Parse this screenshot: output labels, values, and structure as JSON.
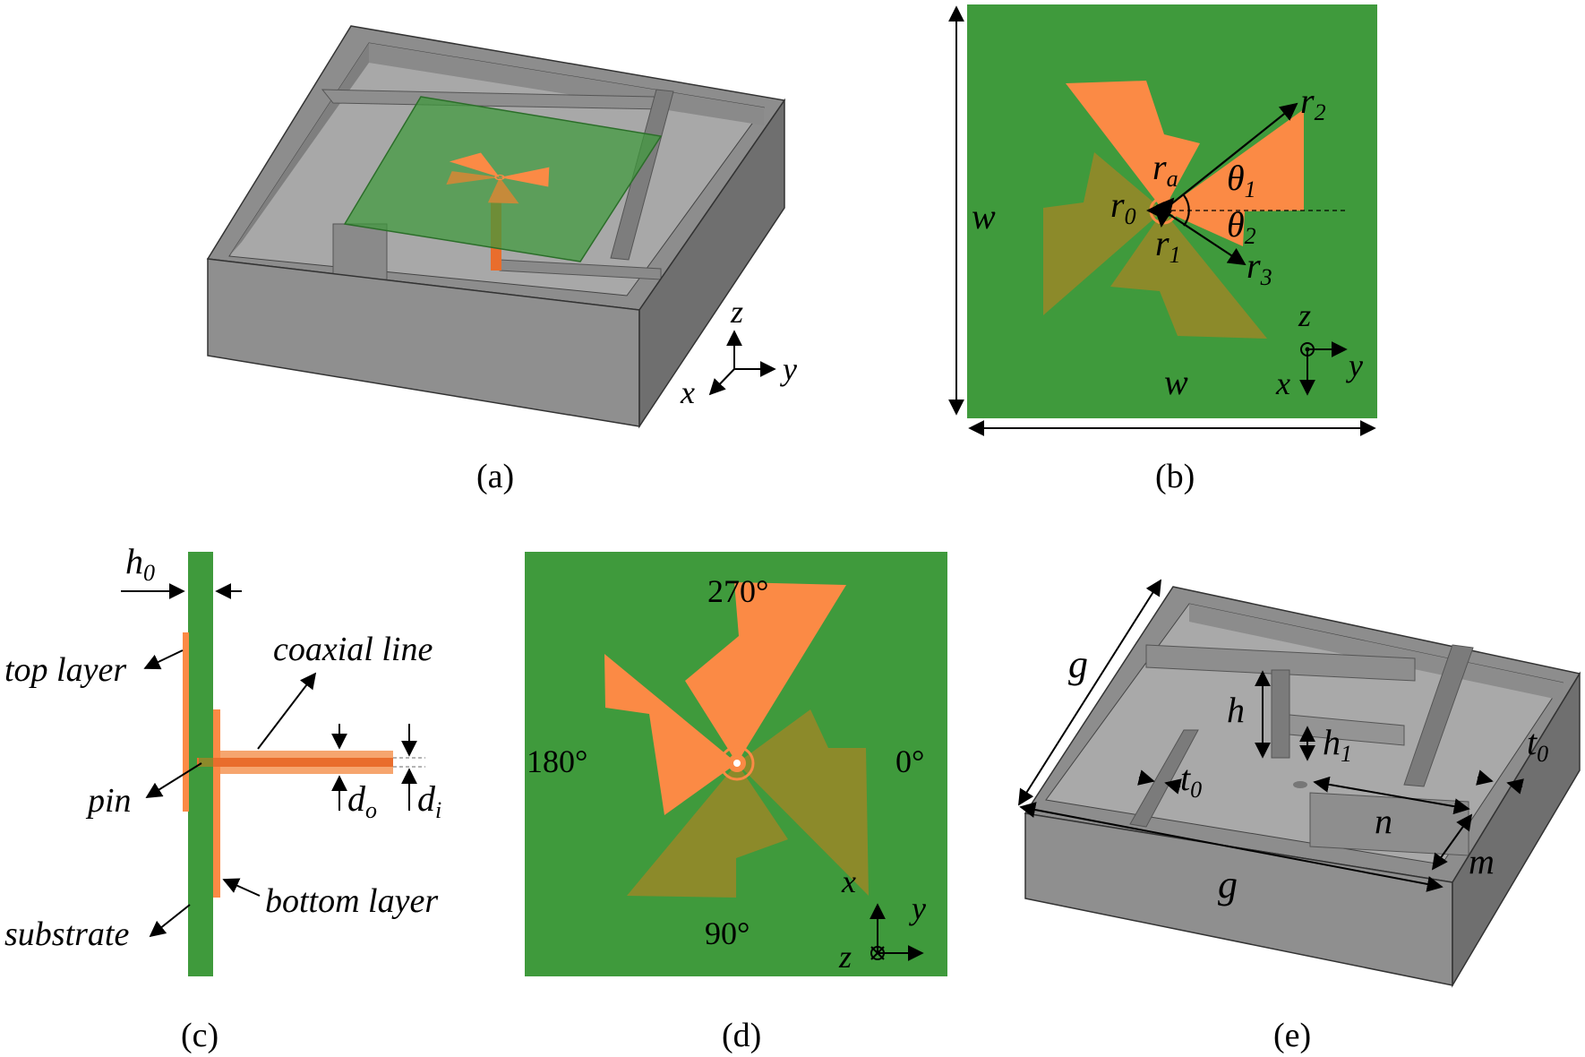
{
  "colors": {
    "substrate": "#3f9a3c",
    "copper_top": "#fb8a45",
    "copper_bottom": "#8c8a2a",
    "metal_light": "#a9a9a9",
    "metal_mid": "#8f8f8f",
    "metal_dark": "#6f6f6f",
    "line": "#000000"
  },
  "captions": {
    "a": "(a)",
    "b": "(b)",
    "c": "(c)",
    "d": "(d)",
    "e": "(e)"
  },
  "panel_a": {
    "axis_z": "z",
    "axis_x": "x",
    "axis_y": "y"
  },
  "panel_b": {
    "w_vertical": "w",
    "w_horizontal": "w",
    "r2": "r",
    "r2_sub": "2",
    "ra": "r",
    "ra_sub": "a",
    "theta1": "θ",
    "theta1_sub": "1",
    "theta2": "θ",
    "theta2_sub": "2",
    "r0": "r",
    "r0_sub": "0",
    "r1": "r",
    "r1_sub": "1",
    "r3": "r",
    "r3_sub": "3",
    "axis_z": "z",
    "axis_x": "x",
    "axis_y": "y"
  },
  "panel_c": {
    "h0": "h",
    "h0_sub": "0",
    "top_layer": "top layer",
    "coaxial_line": "coaxial line",
    "pin": "pin",
    "do": "d",
    "do_sub": "o",
    "di": "d",
    "di_sub": "i",
    "bottom_layer": "bottom layer",
    "substrate": "substrate"
  },
  "panel_d": {
    "deg270": "270°",
    "deg180": "180°",
    "deg0": "0°",
    "deg90": "90°",
    "axis_x": "x",
    "axis_y": "y",
    "axis_z": "z"
  },
  "panel_e": {
    "g_top": "g",
    "g_bottom": "g",
    "h": "h",
    "h1": "h",
    "h1_sub": "1",
    "t0_left": "t",
    "t0_left_sub": "0",
    "t0_right": "t",
    "t0_right_sub": "0",
    "n": "n",
    "m": "m"
  }
}
